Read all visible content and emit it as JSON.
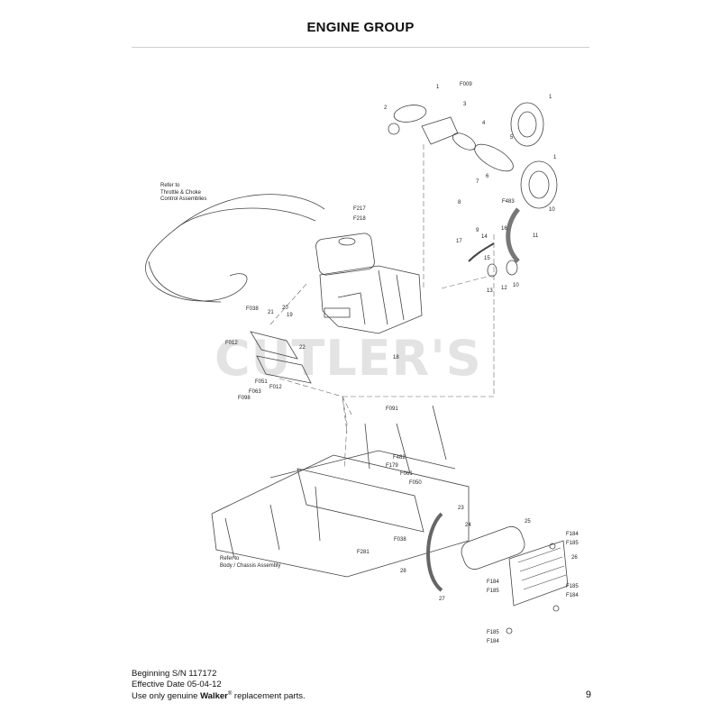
{
  "page": {
    "title": "ENGINE GROUP",
    "page_number": "9",
    "watermark": "CUTLER'S"
  },
  "footer": {
    "line1": "Beginning S/N 117172",
    "line2": "Effective Date 05-04-12",
    "line3_prefix": "Use only genuine ",
    "line3_brand": "Walker",
    "line3_reg": "®",
    "line3_suffix": " replacement parts."
  },
  "notes": {
    "throttle": [
      "Refer to",
      "Throttle & Choke",
      "Control Assemblies"
    ],
    "chassis": [
      "Refer to",
      "Body / Chassis Assembly"
    ]
  },
  "callouts": [
    "1",
    "F009",
    "2",
    "3",
    "1",
    "4",
    "5",
    "6",
    "1",
    "7",
    "F483",
    "8",
    "10",
    "16",
    "11",
    "9",
    "14",
    "17",
    "15",
    "12",
    "13",
    "10",
    "F217",
    "F218",
    "20",
    "19",
    "F038",
    "21",
    "F012",
    "22",
    "18",
    "F051",
    "F063",
    "F012",
    "F098",
    "F091",
    "F482",
    "F179",
    "F061",
    "F050",
    "23",
    "24",
    "25",
    "F184",
    "F185",
    "26",
    "F038",
    "F281",
    "28",
    "F184",
    "F185",
    "27",
    "F185",
    "F184",
    "F185",
    "F184"
  ]
}
